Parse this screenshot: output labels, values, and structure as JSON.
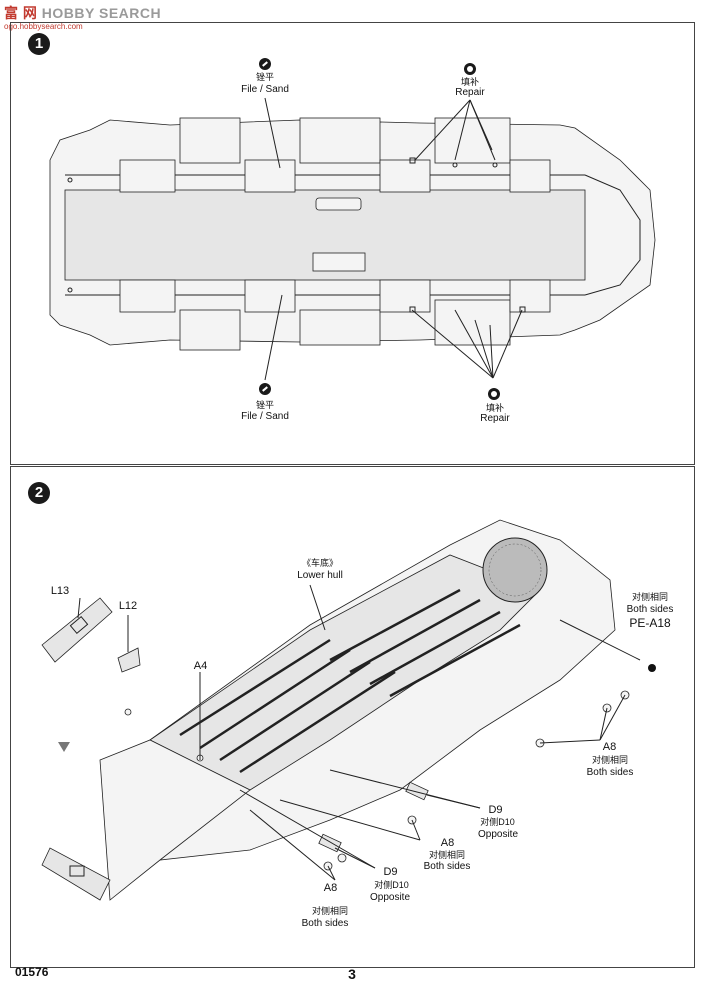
{
  "header": {
    "logo_cn": "富 网",
    "logo_en": "HOBBY SEARCH",
    "logo_url": "ogo.hobbysearch.com"
  },
  "step1": {
    "number": "1",
    "file_top_cn": "锉平",
    "file_top_en": "File / Sand",
    "repair_top_cn": "填补",
    "repair_top_en": "Repair",
    "file_bottom_cn": "锉平",
    "file_bottom_en": "File / Sand",
    "repair_bottom_cn": "填补",
    "repair_bottom_en": "Repair"
  },
  "step2": {
    "number": "2",
    "lower_hull_cn": "《车底》",
    "lower_hull_en": "Lower hull",
    "parts": {
      "l13": "L13",
      "l12": "L12",
      "a4": "A4",
      "pe_a18": "PE-A18",
      "both_sides_pe_cn": "对侧相同",
      "both_sides_pe_en": "Both sides",
      "a8_right": "A8",
      "a8_right_cn": "对侧相同",
      "a8_right_en": "Both sides",
      "d9_mid": "D9",
      "d9_mid_cn": "对侧D10",
      "d9_mid_en": "Opposite",
      "a8_mid": "A8",
      "a8_mid_cn": "对侧相同",
      "a8_mid_en": "Both sides",
      "d9_low": "D9",
      "d9_low_cn": "对侧D10",
      "d9_low_en": "Opposite",
      "a8_low": "A8",
      "a8_low_cn": "对侧相同",
      "a8_low_en": "Both sides"
    }
  },
  "footer": {
    "kit_number": "01576",
    "page_number": "3"
  }
}
